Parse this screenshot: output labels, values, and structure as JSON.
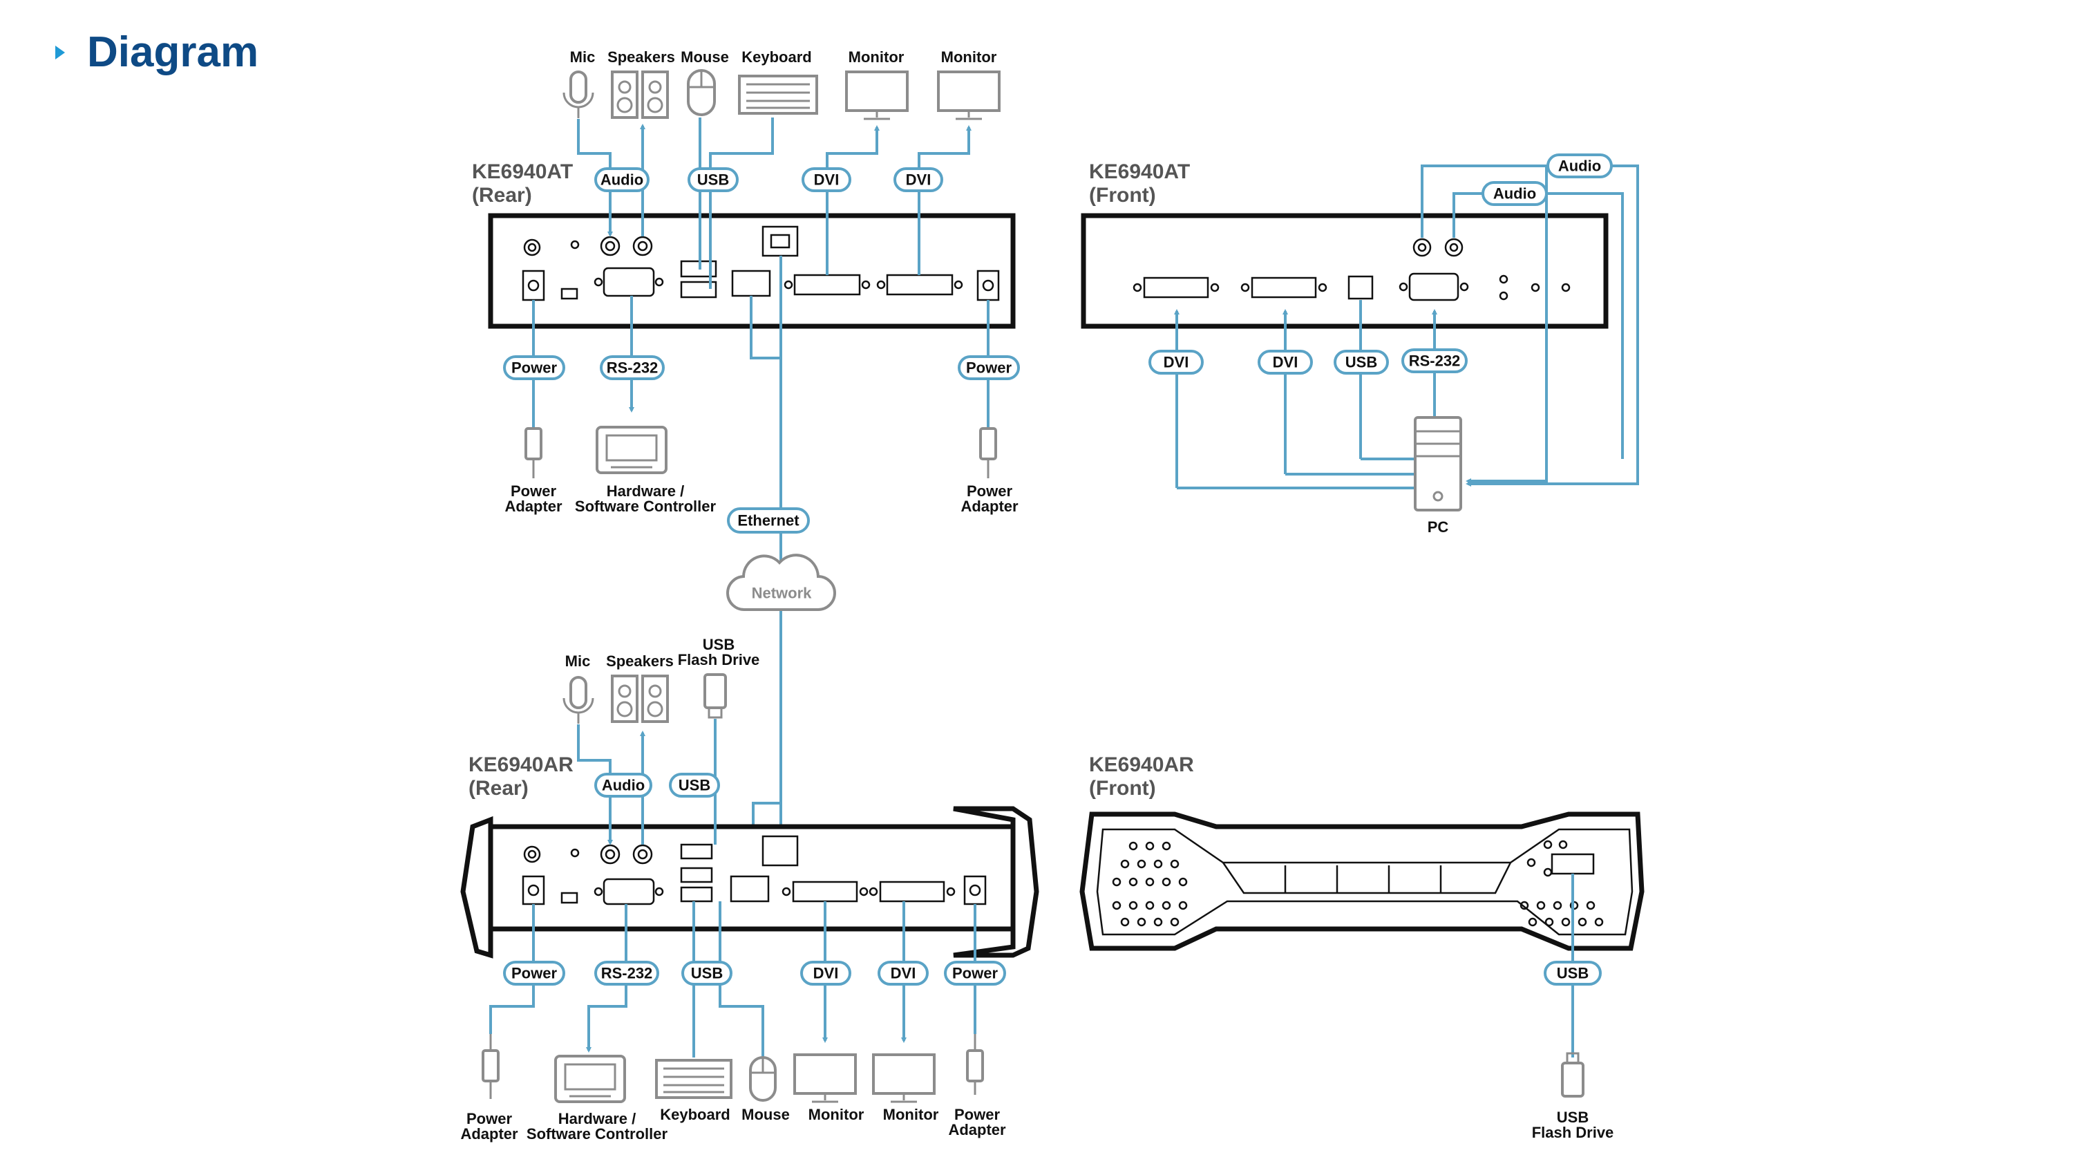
{
  "heading": "Diagram",
  "devices": {
    "at_rear": [
      "KE6940AT",
      "(Rear)"
    ],
    "at_front": [
      "KE6940AT",
      "(Front)"
    ],
    "ar_rear": [
      "KE6940AR",
      "(Rear)"
    ],
    "ar_front": [
      "KE6940AR",
      "(Front)"
    ]
  },
  "cables": {
    "audio": "Audio",
    "usb": "USB",
    "dvi": "DVI",
    "power": "Power",
    "rs232": "RS-232",
    "ethernet": "Ethernet"
  },
  "network": "Network",
  "peripherals": {
    "mic": "Mic",
    "speakers": "Speakers",
    "mouse": "Mouse",
    "keyboard": "Keyboard",
    "monitor": "Monitor",
    "power_adapter": [
      "Power",
      "Adapter"
    ],
    "controller": [
      "Hardware /",
      "Software Controller"
    ],
    "usb_flash": [
      "USB",
      "Flash Drive"
    ],
    "pc": "PC"
  },
  "colors": {
    "heading": "#0e4a85",
    "accent": "#1f9ad6",
    "cable": "#5aa3c6"
  }
}
